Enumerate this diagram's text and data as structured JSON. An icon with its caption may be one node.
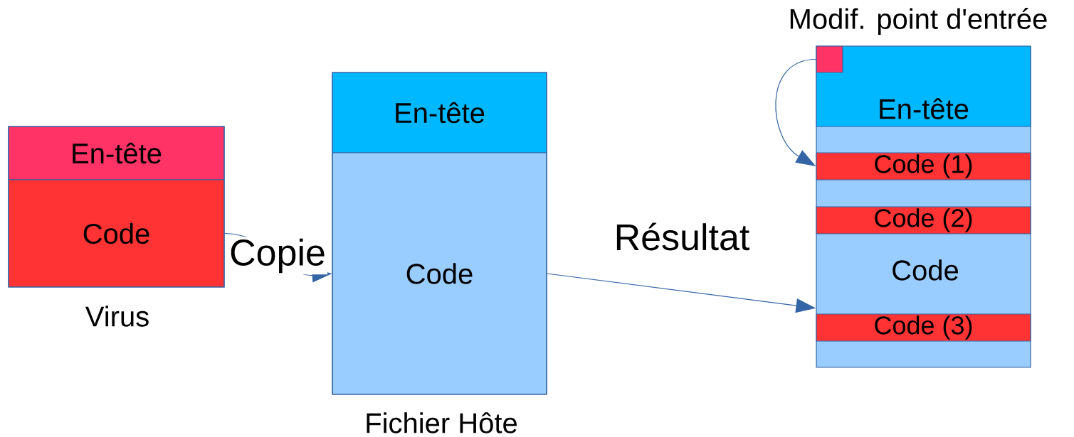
{
  "diagram": {
    "nodes": [
      {
        "text": [],
        "shape": "box",
        "beside": [
          "Virus"
        ]
      },
      {
        "text": [
          "En-tête"
        ],
        "in": 0
      },
      {
        "text": [
          "Code"
        ],
        "in": 0
      },
      {
        "text": [],
        "shape": "box",
        "beside": [
          "Fichier Hôte"
        ]
      },
      {
        "text": [
          "En-tête"
        ],
        "in": 3
      },
      {
        "text": [
          "Code"
        ],
        "in": 3
      },
      {
        "text": [],
        "shape": "box"
      },
      {
        "text": [
          "En-tête"
        ],
        "in": 6
      },
      {
        "text": [],
        "shape": "box",
        "in": 7,
        "beside": [
          "Modif. point d'entrée"
        ]
      },
      {
        "text": [
          "Code (1)"
        ],
        "in": 6
      },
      {
        "text": [
          "Code (2)"
        ],
        "in": 6
      },
      {
        "text": [
          "Code"
        ],
        "in": 6
      },
      {
        "text": [
          "Code (3)"
        ],
        "in": 6
      }
    ],
    "edges": [
      {
        "from": 2,
        "to": 5,
        "arrow": "to",
        "label": "Copie"
      },
      {
        "from": 5,
        "to": 6,
        "arrow": "to",
        "label": "Résultat"
      },
      {
        "from": 8,
        "to": 9,
        "arrow": "to"
      }
    ]
  }
}
